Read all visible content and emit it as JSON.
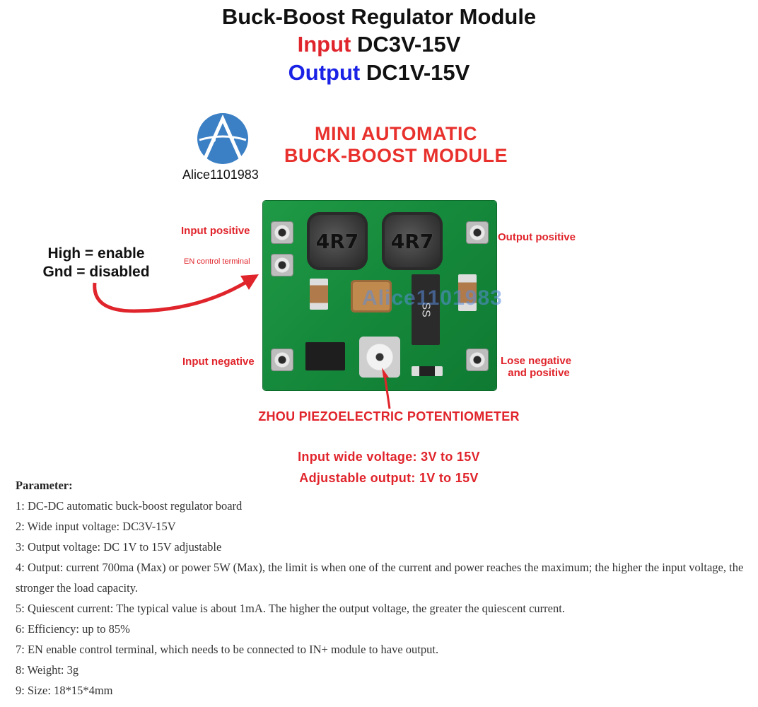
{
  "header": {
    "line1": "Buck-Boost Regulator Module",
    "input_word": "Input",
    "input_range": "DC3V-15V",
    "output_word": "Output",
    "output_range": "DC1V-15V"
  },
  "brand": {
    "logo_text": "Alice1101983",
    "title_line1": "MINI AUTOMATIC",
    "title_line2": "BUCK-BOOST MODULE",
    "watermark": "Alice1101983"
  },
  "board": {
    "inductor_marking": "4R7",
    "diode_marking": "SS"
  },
  "labels": {
    "input_positive": "Input positive",
    "en_terminal": "EN control terminal",
    "input_negative": "Input negative",
    "output_positive": "Output positive",
    "lose_line1": "Lose negative",
    "lose_line2": "and positive",
    "potentiometer": "ZHOU PIEZOELECTRIC POTENTIOMETER"
  },
  "en_note": {
    "line1": "High = enable",
    "line2": "Gnd = disabled"
  },
  "specs": {
    "line1": "Input wide voltage: 3V to 15V",
    "line2": "Adjustable output: 1V to 15V"
  },
  "parameters": {
    "title": "Parameter:",
    "items": [
      "1: DC-DC automatic buck-boost regulator board",
      "2: Wide input voltage: DC3V-15V",
      "3: Output voltage: DC 1V to 15V adjustable",
      "4: Output: current 700ma (Max) or power 5W (Max), the limit is when one of the current and power reaches the maximum; the higher the input voltage, the stronger the load capacity.",
      "5: Quiescent current: The typical value is about 1mA. The higher the output voltage, the greater the quiescent current.",
      "6: Efficiency: up to 85%",
      "7: EN enable control terminal, which needs to be connected to IN+ module to have output.",
      "8: Weight: 3g",
      "9: Size: 18*15*4mm"
    ]
  },
  "colors": {
    "red": "#e0242b",
    "blue": "#1a22e6",
    "pcb_green": "#168a3c"
  }
}
